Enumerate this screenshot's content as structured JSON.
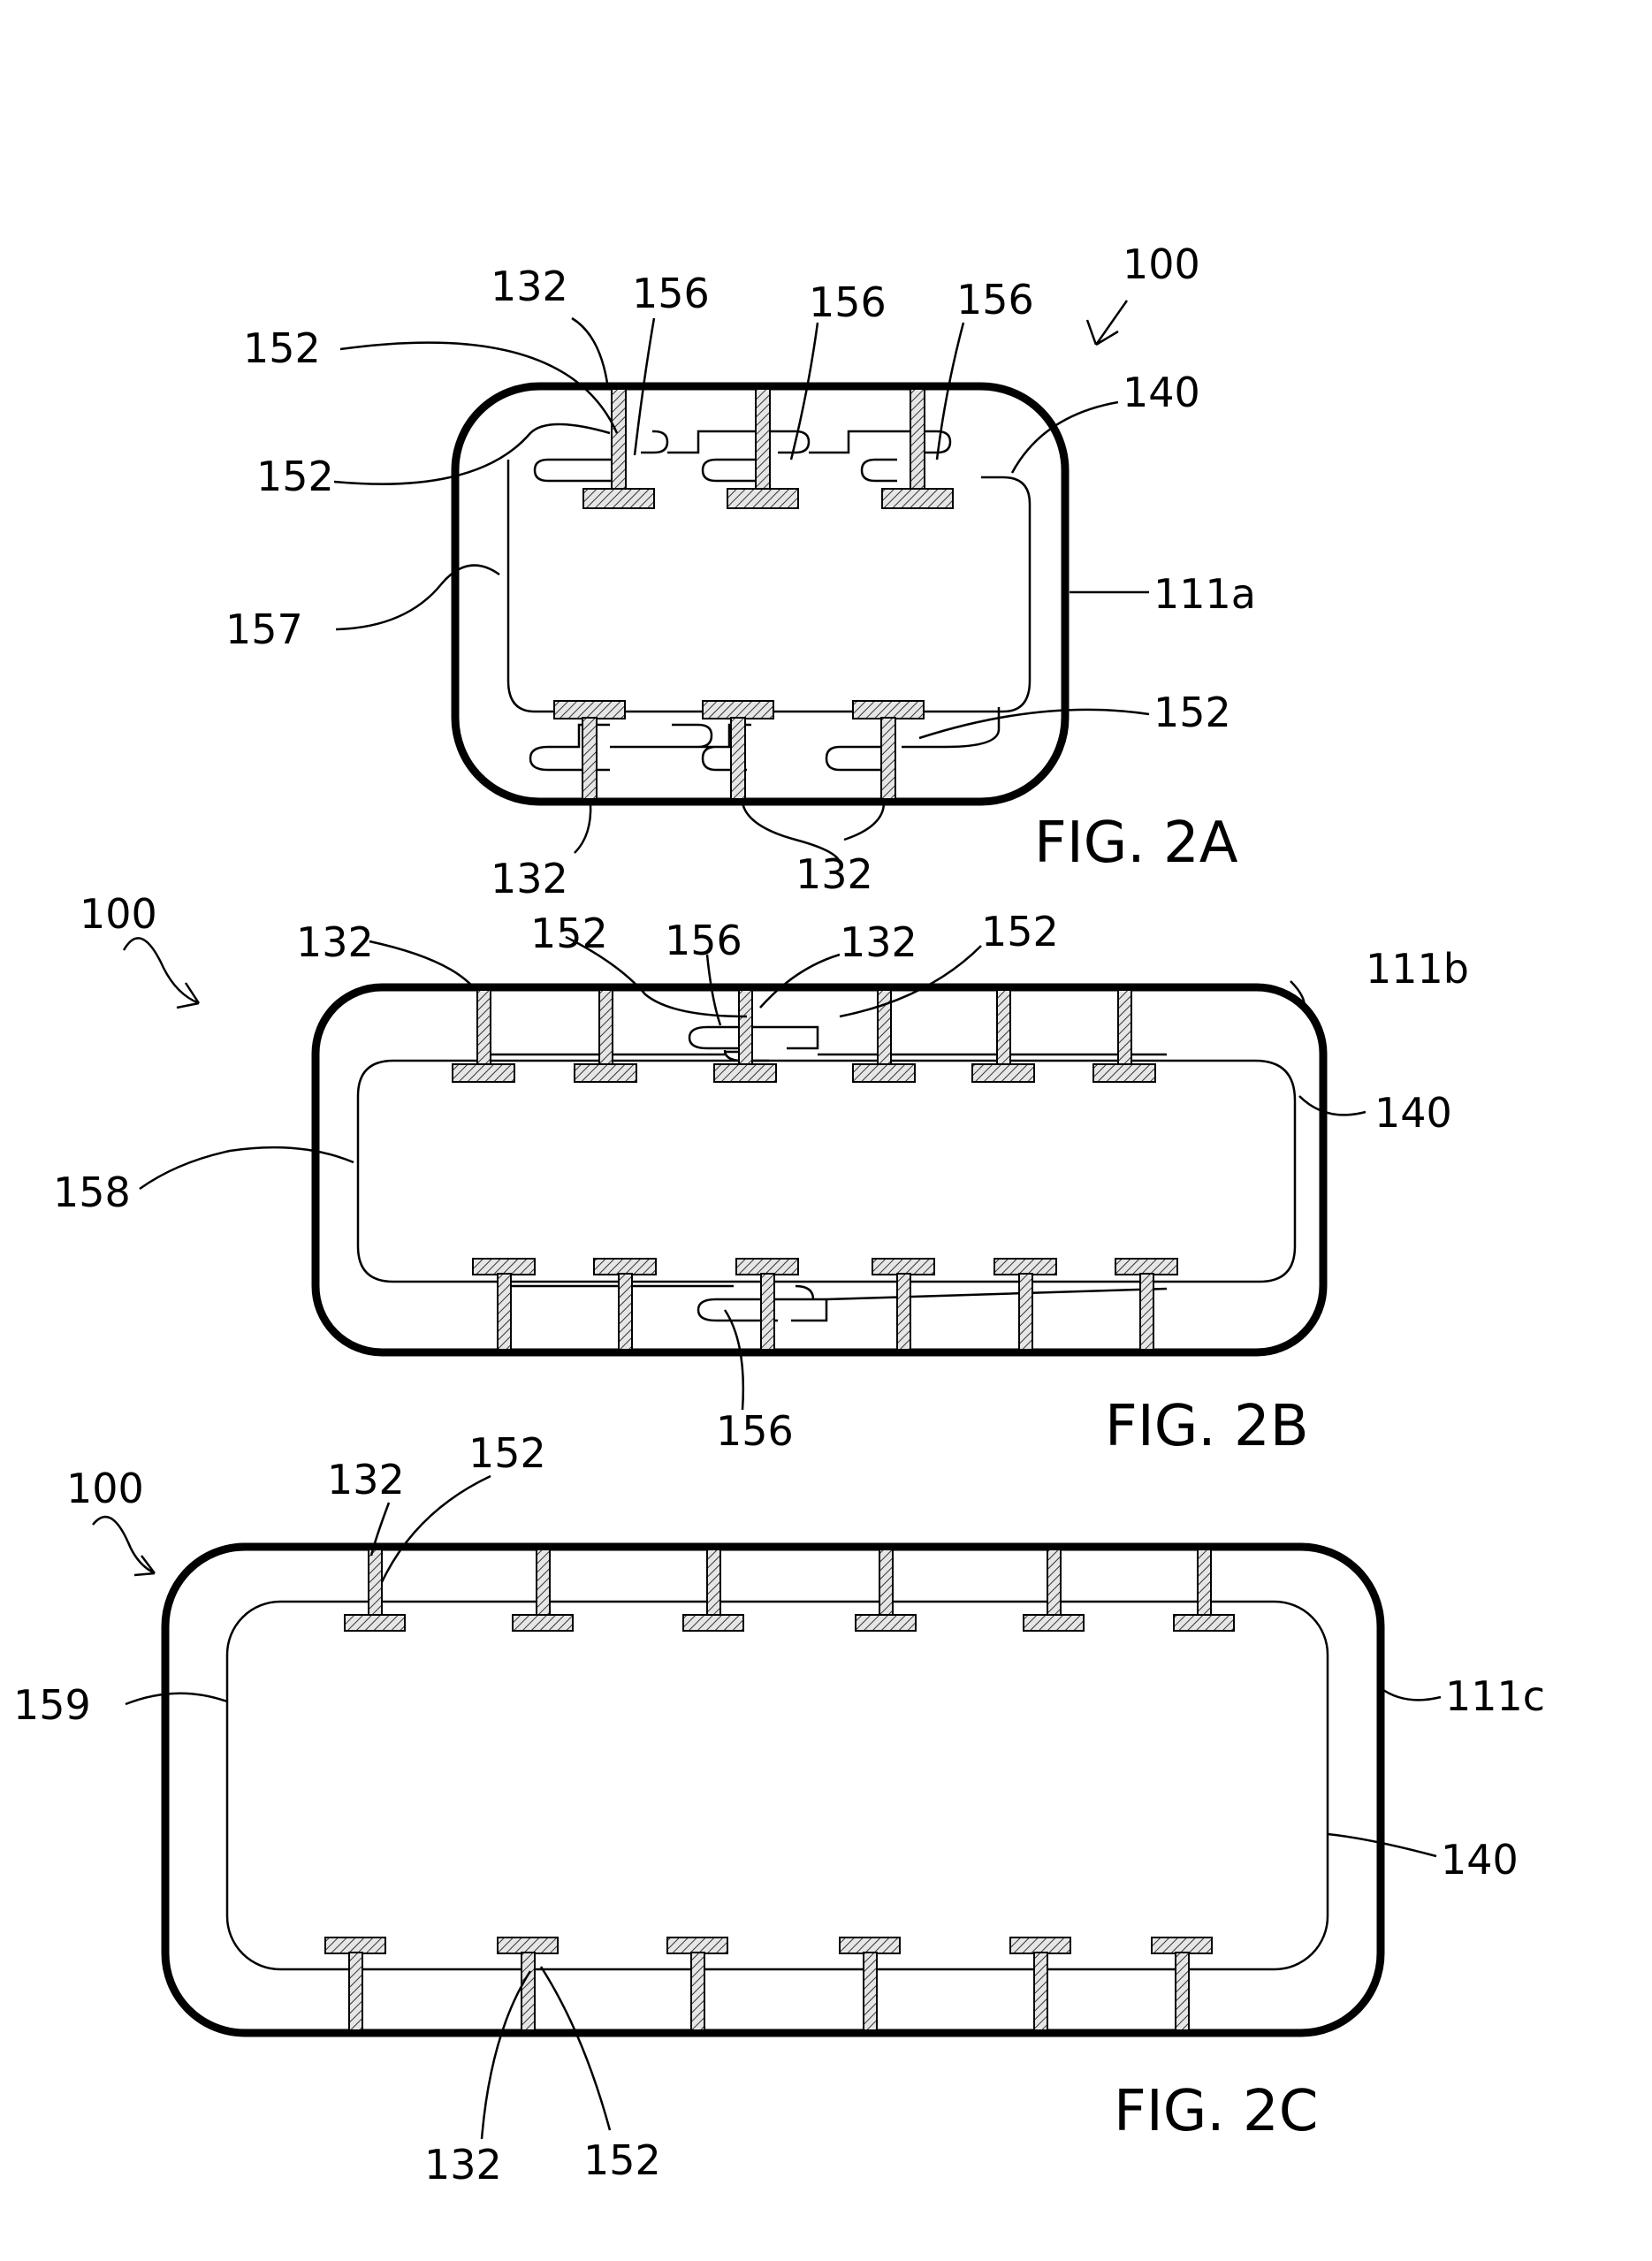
{
  "figures": [
    {
      "caption": "FIG. 2A",
      "labels": {
        "assembly": "100",
        "top_tab_left": "132",
        "bottom_tab_left": "132",
        "bottom_tabs_right": "132",
        "weld_upper": "152",
        "weld_lower": "152",
        "weld_bottom": "152",
        "fold_1": "156",
        "fold_2": "156",
        "fold_3": "156",
        "inner_wrap": "140",
        "housing": "111a",
        "cell": "157"
      }
    },
    {
      "caption": "FIG. 2B",
      "labels": {
        "assembly": "100",
        "tab_left": "132",
        "tab_center": "132",
        "weld_left": "152",
        "weld_right": "152",
        "fold_top": "156",
        "fold_bottom": "156",
        "housing": "111b",
        "inner_wrap": "140",
        "cell": "158"
      }
    },
    {
      "caption": "FIG. 2C",
      "labels": {
        "assembly": "100",
        "tab_top": "132",
        "weld_top": "152",
        "cell": "159",
        "housing": "111c",
        "inner_wrap": "140",
        "tab_bottom": "132",
        "weld_bottom": "152"
      }
    }
  ]
}
